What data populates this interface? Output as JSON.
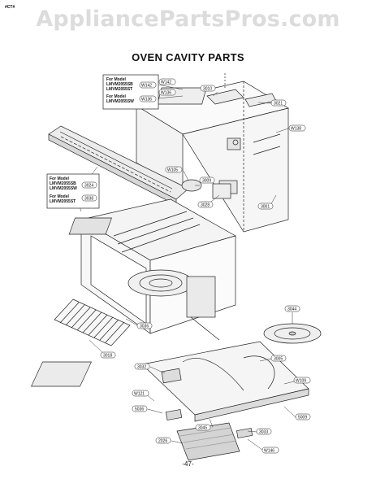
{
  "header": {
    "corner_mark": "#CT#",
    "watermark": "AppliancePartsPros.com",
    "title": "OVEN CAVITY PARTS"
  },
  "footer": {
    "page_number": "-47-"
  },
  "notes": {
    "top": {
      "model_a": [
        "For Model",
        "LMVM2055SB",
        "LMVM2055ST"
      ],
      "part_a": "W142",
      "model_b": [
        "For Model",
        "LMVM2055SW"
      ],
      "part_b": "W136"
    },
    "left": {
      "model_a": [
        "For Model",
        "LMVM2055SB",
        "LMVM2055SW"
      ],
      "part_a": "3024",
      "model_b": [
        "For Model",
        "LMVM2055ST"
      ],
      "part_b": "3038"
    }
  },
  "callouts": {
    "w142": "W142",
    "w136": "W136",
    "c3010": "3010",
    "c3021": "3021",
    "w138": "W138",
    "w105": "W105",
    "c3009": "3009",
    "c3028": "3028",
    "c3001": "3001",
    "c3044": "3044",
    "c3036": "3036",
    "c3018": "3018",
    "c3032": "3032",
    "c3005": "3005",
    "w109": "W109",
    "w121": "W121",
    "c5036": "5036",
    "c5009": "5009",
    "c3045": "3045",
    "c3033": "3033",
    "c2026": "2026",
    "w146": "W146"
  }
}
